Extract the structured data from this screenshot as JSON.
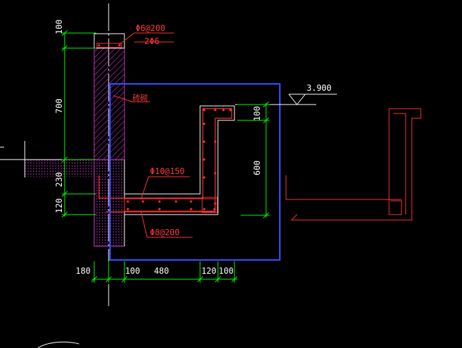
{
  "annotations": {
    "top_rebar": "Φ6@200",
    "top_bars": "2Φ6",
    "masonry": "砖砌",
    "rebar_upper": "Φ10@150",
    "rebar_lower": "Φ8@200",
    "elevation": "3.900"
  },
  "dimensions": {
    "left": {
      "d100": "100",
      "d700": "700",
      "d230": "230",
      "d120": "120"
    },
    "right": {
      "d100": "100",
      "d600": "600"
    },
    "bottom": {
      "d180": "180",
      "d100": "100",
      "d480": "480",
      "d120": "120",
      "d100b": "100"
    }
  },
  "colors": {
    "background": "#000000",
    "dimension": "#00ff00",
    "rebar": "#ff3333",
    "frame": "#3050ff",
    "masonry": "#cc33cc",
    "outline": "#ffffff"
  }
}
